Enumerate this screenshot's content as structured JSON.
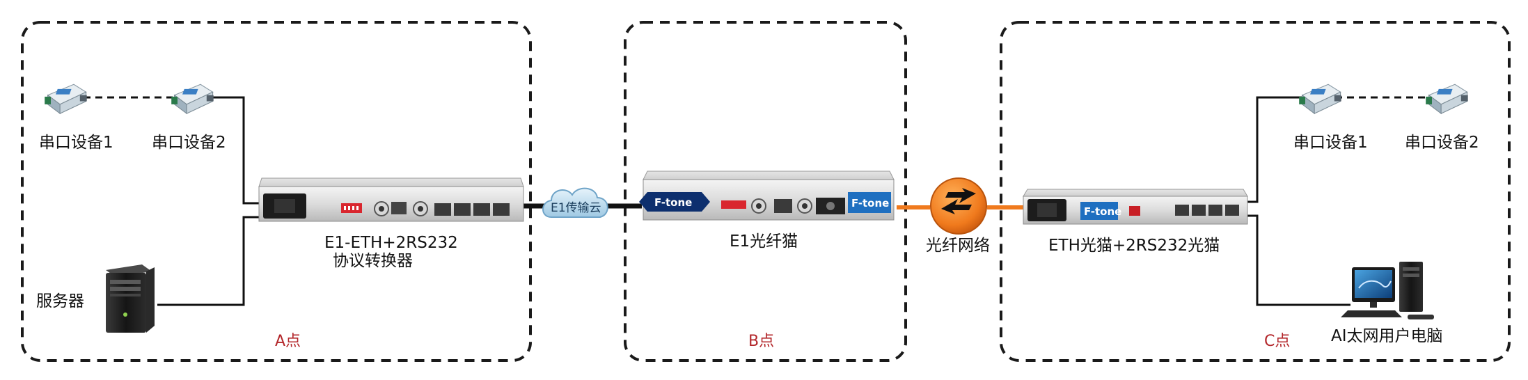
{
  "zones": [
    {
      "label": "A点"
    },
    {
      "label": "B点"
    },
    {
      "label": "C点"
    }
  ],
  "devices": {
    "serial_a1": "串口设备1",
    "serial_a2": "串口设备2",
    "server": "服务器",
    "converter_line1": "E1-ETH+2RS232",
    "converter_line2": "协议转换器",
    "e1_cloud": "E1传输云",
    "e1_modem": "E1光纤猫",
    "fiber_network": "光纤网络",
    "eth_modem": "ETH光猫+2RS232光猫",
    "serial_c1": "串口设备1",
    "serial_c2": "串口设备2",
    "pc": "AI太网用户电脑"
  },
  "brand": "F-tone",
  "colors": {
    "fiber_link": "#f07a1d",
    "zone_label": "#b3262a",
    "brand_blue": "#1e6fc0",
    "dashed_border": "#1a1a1a"
  }
}
